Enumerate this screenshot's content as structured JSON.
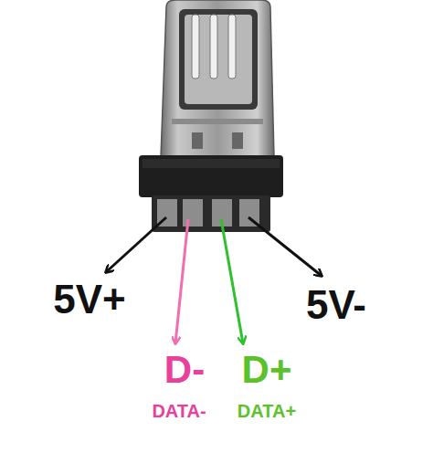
{
  "diagram": {
    "labels": [
      "5V+",
      "5V-",
      "D-",
      "D+",
      "DATA-",
      "DATA+"
    ]
  }
}
